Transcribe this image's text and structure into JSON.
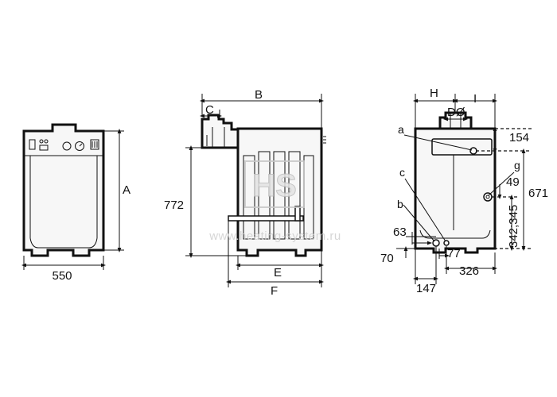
{
  "front_view": {
    "width_label": "550",
    "height_label": "A"
  },
  "side_view": {
    "depth_label": "B",
    "flue_offset_label": "C",
    "height_label": "772",
    "base_label": "E",
    "overall_label": "F"
  },
  "rear_view": {
    "dim_H": "H",
    "dim_I": "I",
    "dim_D": "DØ",
    "dim_154": "154",
    "dim_49": "49",
    "dim_671": "671",
    "dim_342_345": "342;345",
    "dim_63": "63",
    "dim_70": "70",
    "dim_77": "77",
    "dim_147": "147",
    "dim_326": "326",
    "callout_a": "a",
    "callout_b": "b",
    "callout_c": "c",
    "callout_g": "g"
  },
  "watermark": {
    "logo": "HS",
    "url": "www.heating-system.ru"
  }
}
